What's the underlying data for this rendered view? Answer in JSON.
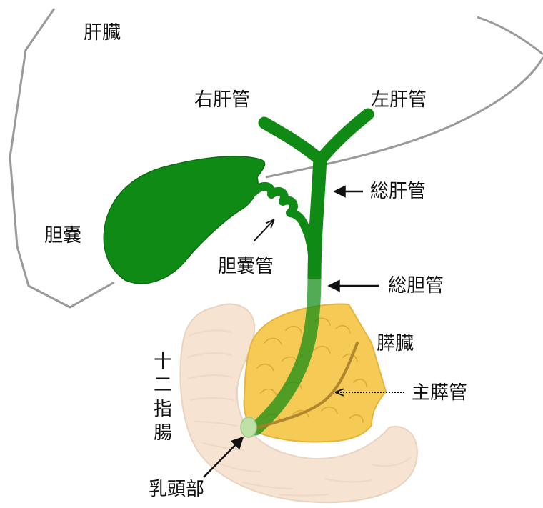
{
  "colors": {
    "bile": "#0f8a14",
    "pancreas": "#f5cb55",
    "duodenum": "#f6e3d2",
    "liver_outline": "#9a9a9a"
  },
  "labels": {
    "liver": "肝臓",
    "right_hepatic_duct": "右肝管",
    "left_hepatic_duct": "左肝管",
    "common_hepatic_duct": "総肝管",
    "gallbladder": "胆嚢",
    "cystic_duct": "胆嚢管",
    "common_bile_duct": "総胆管",
    "pancreas": "膵臓",
    "main_pancreatic_duct": "主膵管",
    "duodenum": [
      "十",
      "二",
      "指",
      "腸"
    ],
    "papilla": "乳頭部"
  }
}
